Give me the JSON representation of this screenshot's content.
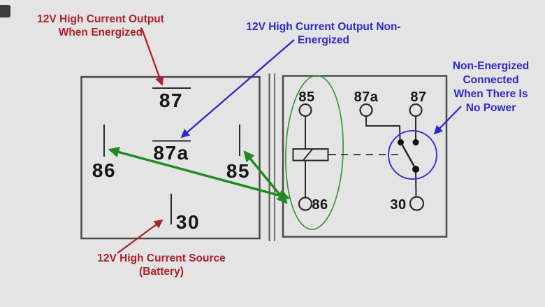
{
  "colors": {
    "background": "#e4e4e4",
    "annotation_red": "#b0202a",
    "annotation_blue": "#2b28cf",
    "arrow_green": "#1f8a1f",
    "ellipse_green": "#3a9a3a",
    "switch_circle_blue": "#3a36d8",
    "diagram_line": "#2b2b2b",
    "box_border": "#4a4a4a"
  },
  "annotations": {
    "energized_output": {
      "line1": "12V High Current Output",
      "line2": "When Energized"
    },
    "non_energized_output": {
      "line1": "12V High Current Output Non-",
      "line2": "Energized"
    },
    "current_source": {
      "line1": "12V High Current Source",
      "line2": "(Battery)"
    },
    "non_energized_connected": {
      "line1": "Non-Energized",
      "line2": "Connected",
      "line3": "When There Is",
      "line4": "No Power"
    }
  },
  "left_relay": {
    "pin_87": "87",
    "pin_87a": "87a",
    "pin_86": "86",
    "pin_85": "85",
    "pin_30": "30"
  },
  "right_relay": {
    "pin_85": "85",
    "pin_87a": "87a",
    "pin_87": "87",
    "pin_86": "86",
    "pin_30": "30"
  }
}
